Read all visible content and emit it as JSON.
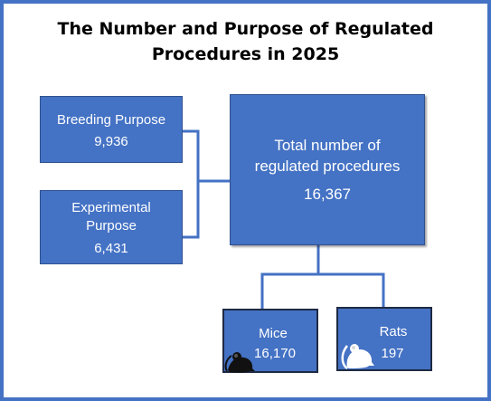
{
  "title": "The Number and Purpose of Regulated Procedures in 2025",
  "total": {
    "label": "Total number of regulated procedures",
    "value": "16,367"
  },
  "purposes": [
    {
      "label": "Breeding Purpose",
      "value": "9,936"
    },
    {
      "label": "Experimental Purpose",
      "value": "6,431"
    }
  ],
  "species": [
    {
      "label": "Mice",
      "value": "16,170",
      "icon": "mouse-icon"
    },
    {
      "label": "Rats",
      "value": "197",
      "icon": "rat-icon"
    }
  ],
  "colors": {
    "box": "#4472c4",
    "border": "#4472c4",
    "text": "#ffffff"
  }
}
